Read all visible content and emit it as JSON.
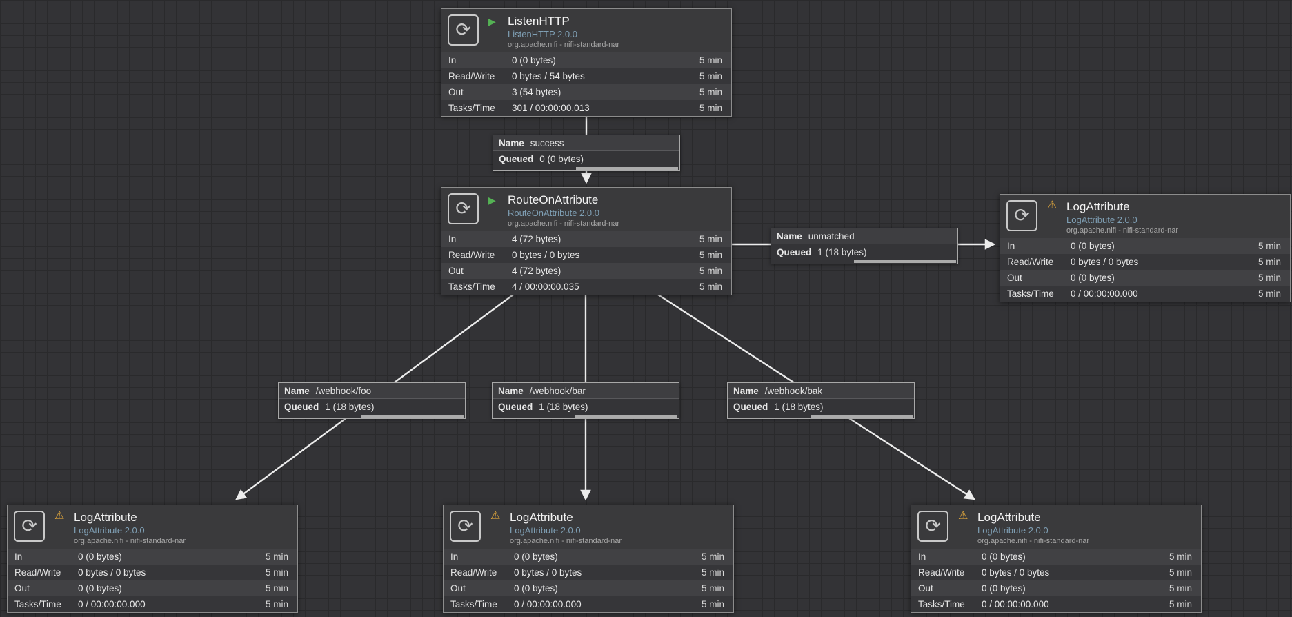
{
  "labels": {
    "name": "Name",
    "queued": "Queued",
    "in": "In",
    "read_write": "Read/Write",
    "out": "Out",
    "tasks_time": "Tasks/Time",
    "window": "5 min"
  },
  "icons": {
    "running": "▶",
    "warning": "⚠",
    "processor": "⟳"
  },
  "colors": {
    "canvas_bg": "#333336",
    "grid_line": "#2a2a2c",
    "running_green": "#54b154",
    "warning_amber": "#d9a23c",
    "type_blue": "#7f9fb4",
    "wire": "#ececec"
  },
  "processors": [
    {
      "name": "ListenHTTP",
      "type": "ListenHTTP 2.0.0",
      "bundle": "org.apache.nifi - nifi-standard-nar",
      "status": "running",
      "stats": {
        "in": "0 (0 bytes)",
        "read_write": "0 bytes / 54 bytes",
        "out": "3 (54 bytes)",
        "tasks_time": "301 / 00:00:00.013"
      }
    },
    {
      "name": "RouteOnAttribute",
      "type": "RouteOnAttribute 2.0.0",
      "bundle": "org.apache.nifi - nifi-standard-nar",
      "status": "running",
      "stats": {
        "in": "4 (72 bytes)",
        "read_write": "0 bytes / 0 bytes",
        "out": "4 (72 bytes)",
        "tasks_time": "4 / 00:00:00.035"
      }
    },
    {
      "name": "LogAttribute",
      "type": "LogAttribute 2.0.0",
      "bundle": "org.apache.nifi - nifi-standard-nar",
      "status": "warning",
      "stats": {
        "in": "0 (0 bytes)",
        "read_write": "0 bytes / 0 bytes",
        "out": "0 (0 bytes)",
        "tasks_time": "0 / 00:00:00.000"
      }
    },
    {
      "name": "LogAttribute",
      "type": "LogAttribute 2.0.0",
      "bundle": "org.apache.nifi - nifi-standard-nar",
      "status": "warning",
      "stats": {
        "in": "0 (0 bytes)",
        "read_write": "0 bytes / 0 bytes",
        "out": "0 (0 bytes)",
        "tasks_time": "0 / 00:00:00.000"
      }
    },
    {
      "name": "LogAttribute",
      "type": "LogAttribute 2.0.0",
      "bundle": "org.apache.nifi - nifi-standard-nar",
      "status": "warning",
      "stats": {
        "in": "0 (0 bytes)",
        "read_write": "0 bytes / 0 bytes",
        "out": "0 (0 bytes)",
        "tasks_time": "0 / 00:00:00.000"
      }
    },
    {
      "name": "LogAttribute",
      "type": "LogAttribute 2.0.0",
      "bundle": "org.apache.nifi - nifi-standard-nar",
      "status": "warning",
      "stats": {
        "in": "0 (0 bytes)",
        "read_write": "0 bytes / 0 bytes",
        "out": "0 (0 bytes)",
        "tasks_time": "0 / 00:00:00.000"
      }
    }
  ],
  "connections": [
    {
      "name": "success",
      "queued": "0 (0 bytes)"
    },
    {
      "name": "unmatched",
      "queued": "1 (18 bytes)"
    },
    {
      "name": "/webhook/foo",
      "queued": "1 (18 bytes)"
    },
    {
      "name": "/webhook/bar",
      "queued": "1 (18 bytes)"
    },
    {
      "name": "/webhook/bak",
      "queued": "1 (18 bytes)"
    }
  ]
}
